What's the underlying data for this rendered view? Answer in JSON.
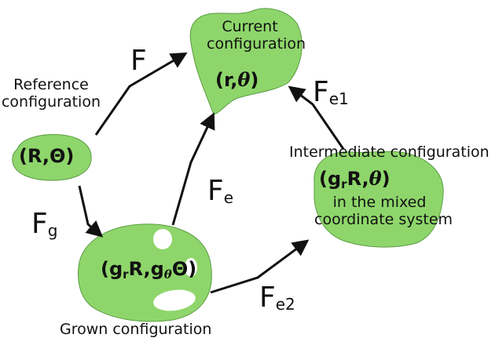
{
  "colors": {
    "blob_fill": "#8ed66b",
    "blob_stroke": "#5a9b44",
    "arrow": "#111111",
    "hole": "#ffffff"
  },
  "reference": {
    "label_line1": "Reference",
    "label_line2": "configuration",
    "state": "(R,Θ)"
  },
  "current": {
    "label_line1": "Current",
    "label_line2": "configuration",
    "state_prefix": "(r,",
    "state_theta": "θ",
    "state_suffix": ")"
  },
  "grown": {
    "label": "Grown configuration",
    "s_open": "(g",
    "s_r": "r",
    "s_R": "R,g",
    "s_theta": "θ",
    "s_end": "Θ)"
  },
  "intermediate": {
    "label": "Intermediate configuration",
    "s_open": "(g",
    "s_r": "r",
    "s_R": "R,",
    "s_theta": "θ",
    "s_end": ")",
    "note_line1": "in the mixed",
    "note_line2": "coordinate system"
  },
  "maps": {
    "F": "F",
    "Fg": {
      "base": "F",
      "sub": "g"
    },
    "Fe": {
      "base": "F",
      "sub": "e"
    },
    "Fe1": {
      "base": "F",
      "sub": "e1"
    },
    "Fe2": {
      "base": "F",
      "sub": "e2"
    }
  }
}
